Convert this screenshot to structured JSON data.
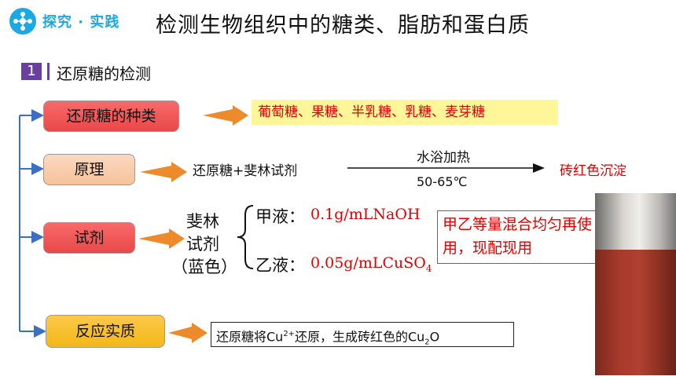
{
  "header": {
    "brand": "探究 · 实践",
    "title": "检测生物组织中的糖类、脂肪和蛋白质"
  },
  "section": {
    "number": "1",
    "title": "还原糖的检测"
  },
  "boxes": {
    "types": "还原糖的种类",
    "principle": "原理",
    "reagent": "试剂",
    "essence": "反应实质"
  },
  "types_list": "葡萄糖、果糖、半乳糖、乳糖、麦芽糖",
  "principle_row": {
    "reactants": "还原糖+斐林试剂",
    "condition_top": "水浴加热",
    "condition_bottom": "50-65℃",
    "product": "砖红色沉淀"
  },
  "reagent_detail": {
    "name_line1": "斐林",
    "name_line2": "试剂",
    "name_line3": "（蓝色）",
    "jia_label": "甲液：",
    "jia_value": "0.1g/mLNaOH",
    "yi_label": "乙液：",
    "yi_value": "0.05g/mLCuSO",
    "yi_sub": "4",
    "note": "甲乙等量混合均匀再使用，现配现用"
  },
  "essence_detail": {
    "part1": "还原糖将Cu",
    "sup": "2+",
    "part2": "还原，生成砖红色的Cu",
    "sub": "2",
    "part3": "O"
  },
  "colors": {
    "brand_blue": "#1ba8e3",
    "section_purple": "#6b3fa0",
    "red_text": "#e00000",
    "arrow_orange": "#ed8a2c",
    "connector_blue": "#3a6fc4"
  }
}
